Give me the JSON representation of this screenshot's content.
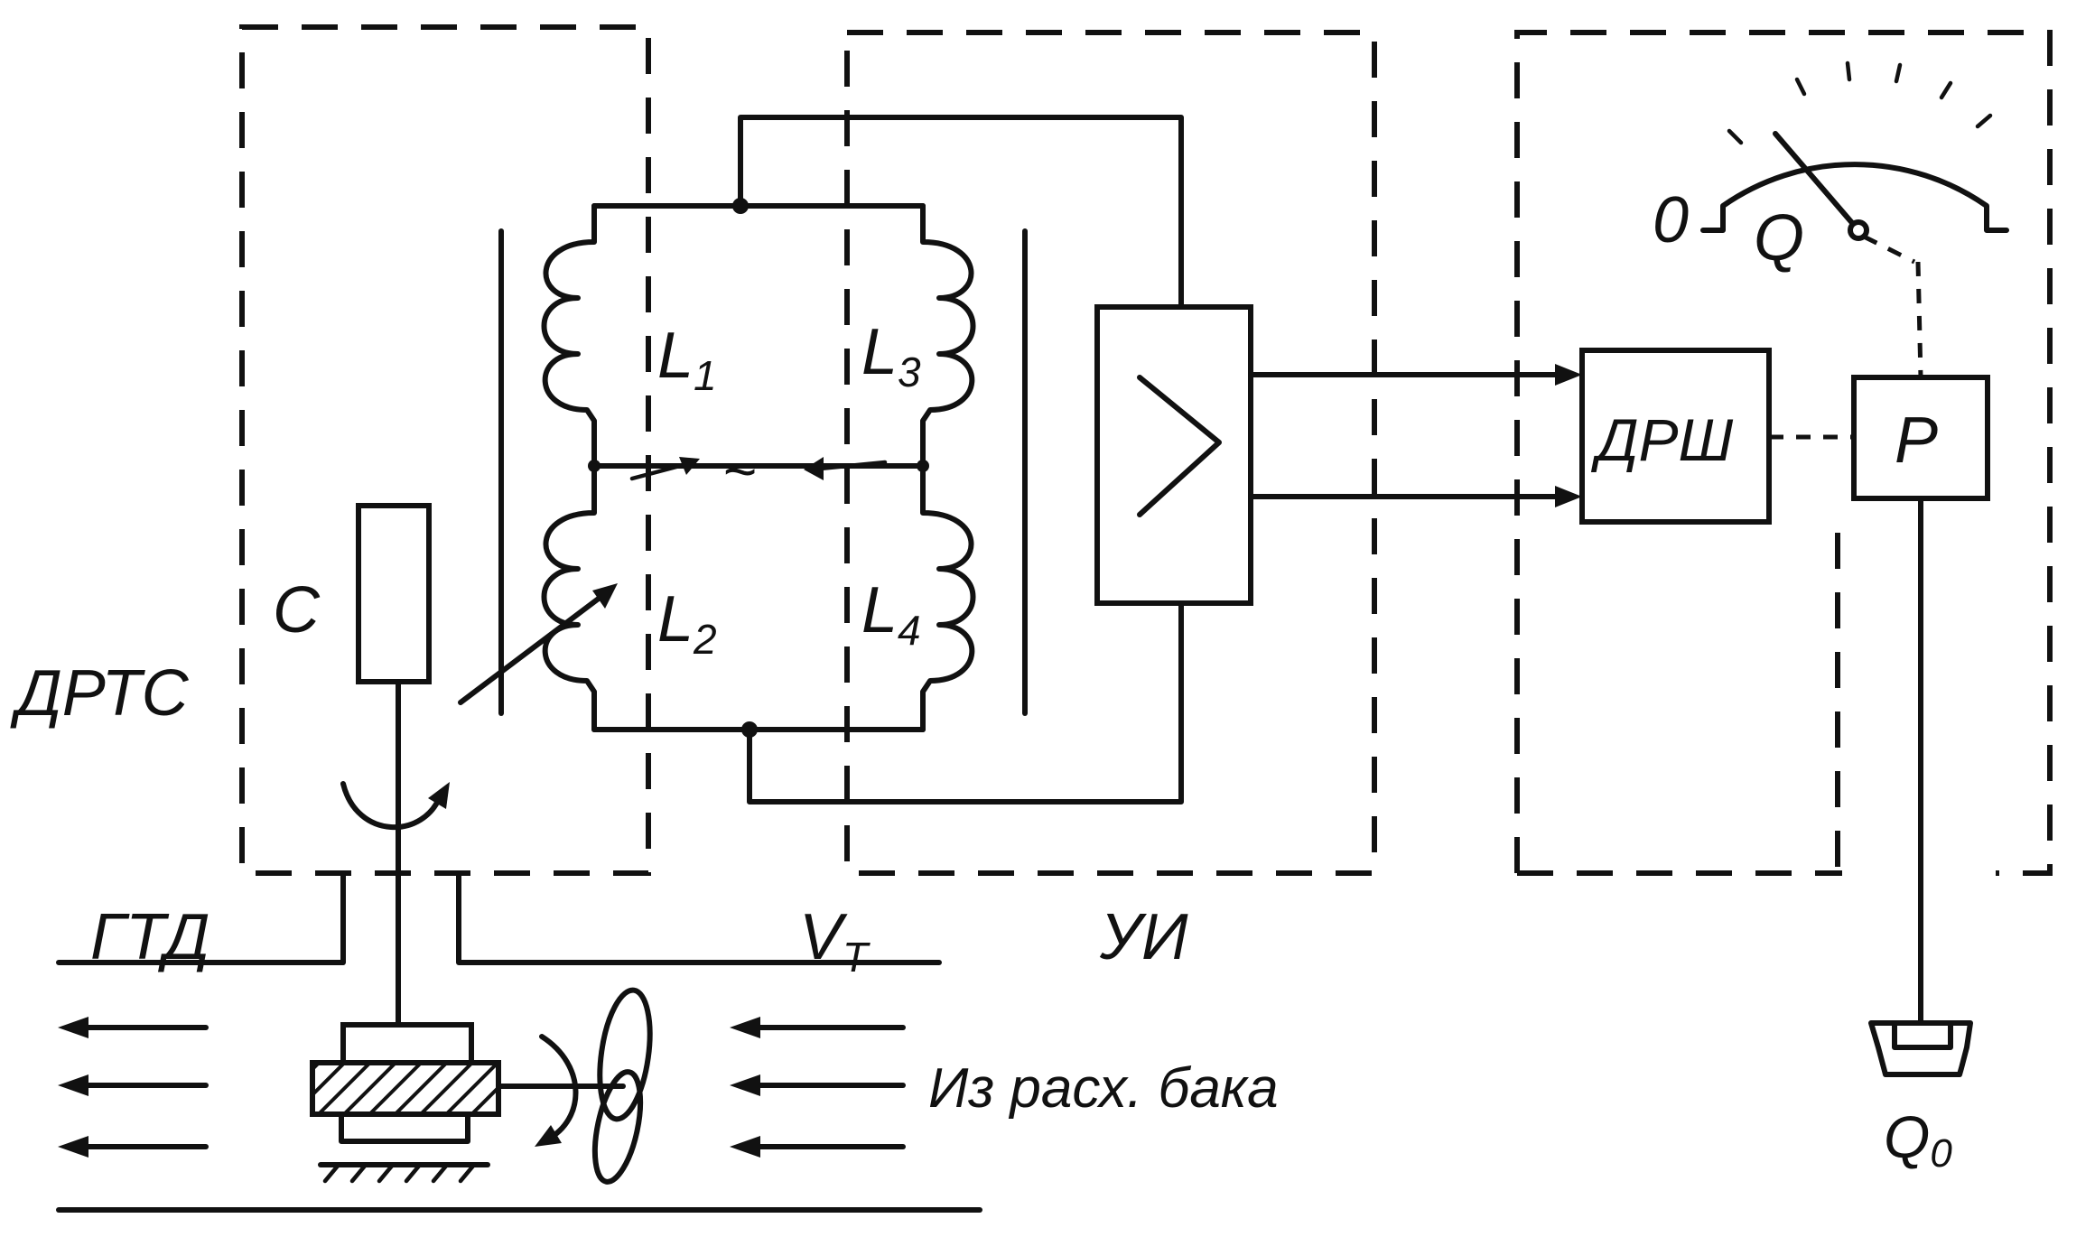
{
  "labels": {
    "drts": "ДРТС",
    "c": "C",
    "l1_main": "L",
    "l1_sub": "1",
    "l2_main": "L",
    "l2_sub": "2",
    "l3_main": "L",
    "l3_sub": "3",
    "l4_main": "L",
    "l4_sub": "4",
    "ac_source": "~",
    "gtd": "ГТД",
    "vt_main": "V",
    "vt_sub": "T",
    "ui": "УИ",
    "drsh": "ДРШ",
    "p": "P",
    "q": "Q",
    "zero": "0",
    "q0_main": "Q",
    "q0_sub": "0",
    "tank": "Из расх. бака"
  }
}
